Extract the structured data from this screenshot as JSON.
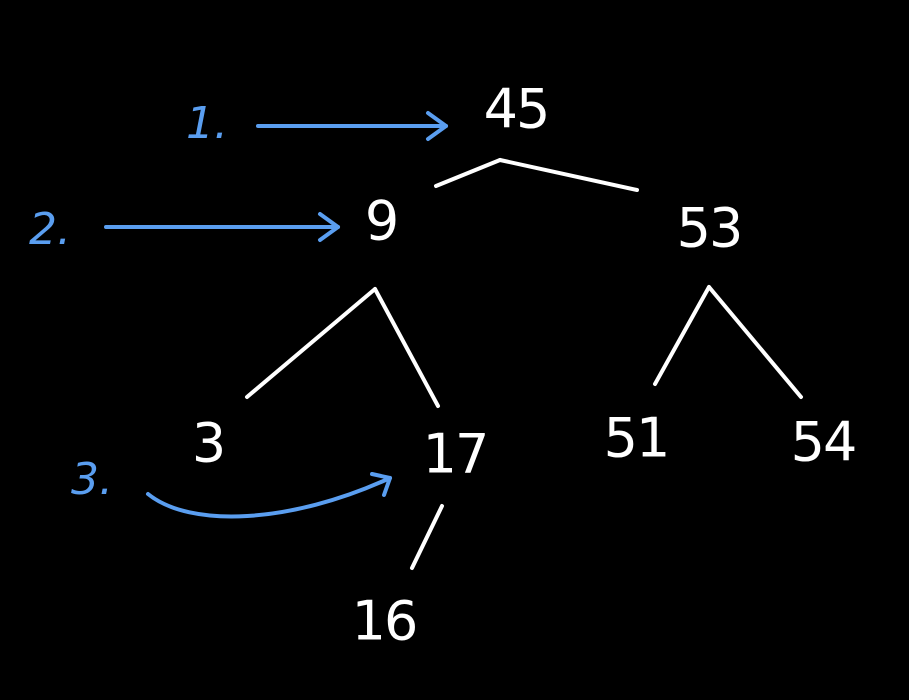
{
  "colors": {
    "background": "#000000",
    "tree": "#ffffff",
    "annotation": "#5a9ef0"
  },
  "tree": {
    "nodes": {
      "n45": "45",
      "n9": "9",
      "n53": "53",
      "n3": "3",
      "n17": "17",
      "n51": "51",
      "n54": "54",
      "n16": "16"
    }
  },
  "steps": {
    "s1": "1.",
    "s2": "2.",
    "s3": "3."
  }
}
